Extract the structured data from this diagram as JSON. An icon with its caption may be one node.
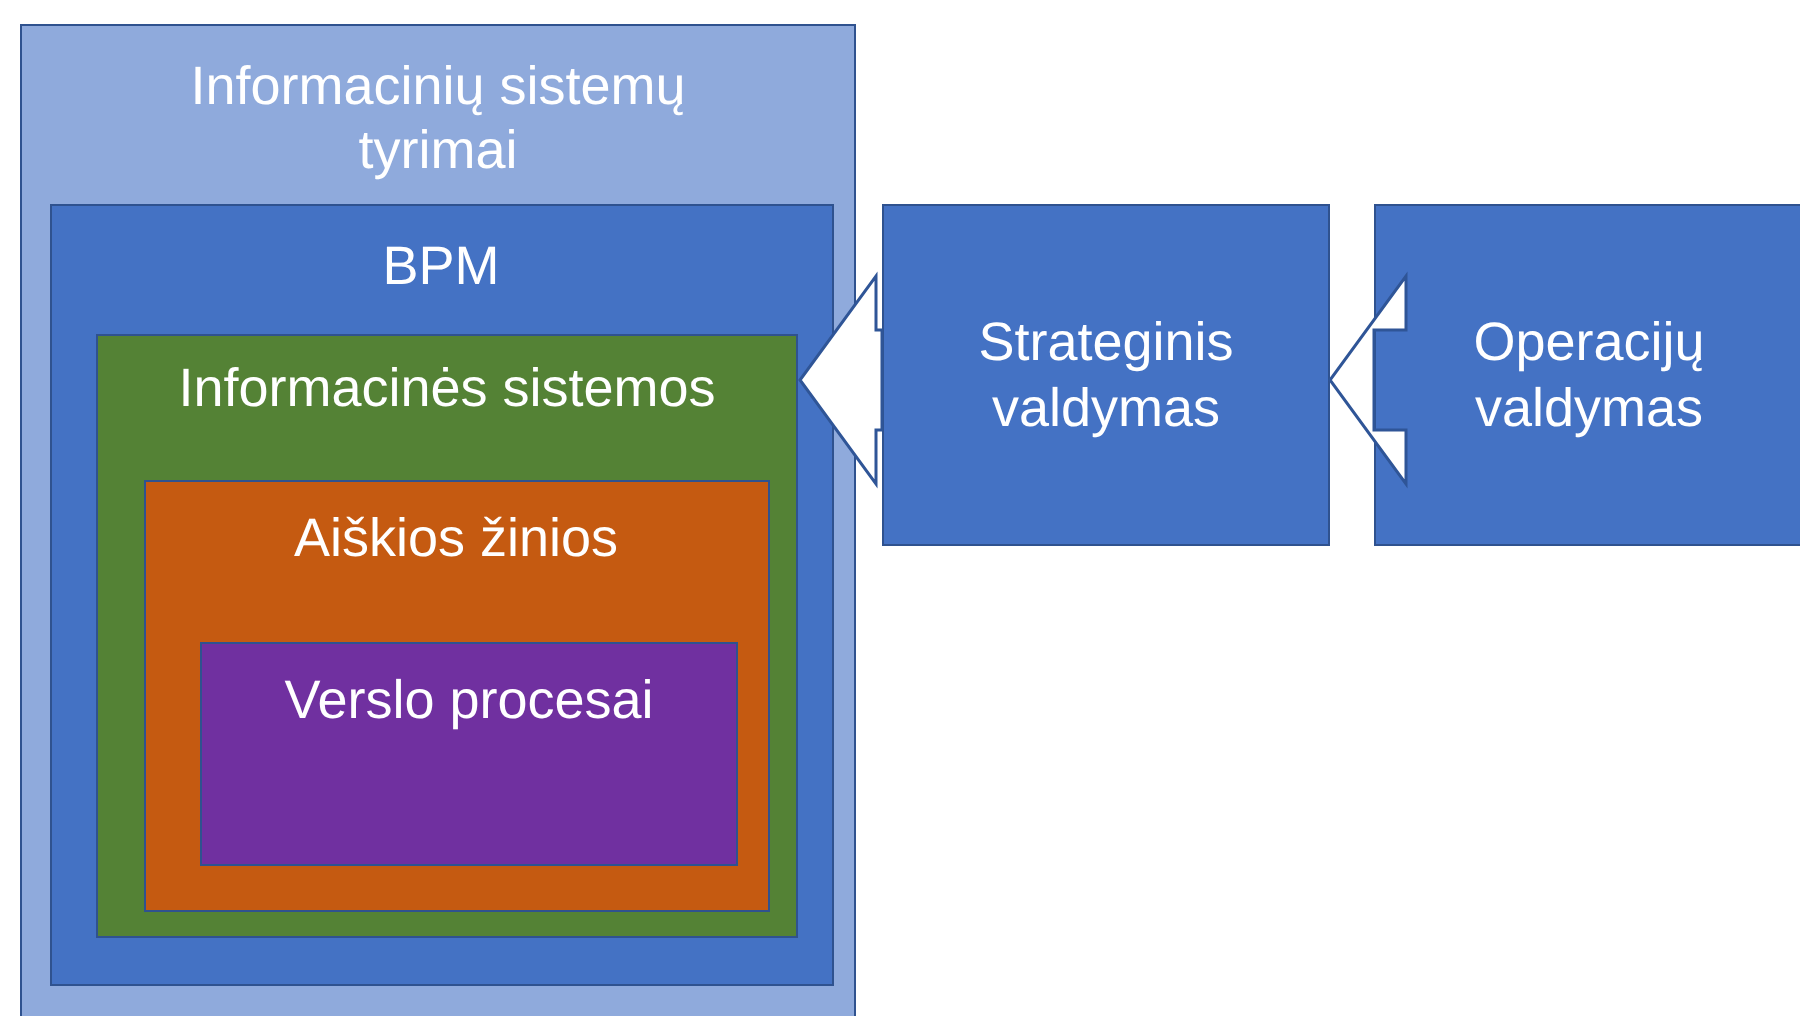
{
  "diagram": {
    "nodes": [
      {
        "text": [
          "Informacinių sistemų tyrimai"
        ]
      },
      {
        "text": [
          "BPM"
        ],
        "in": 0
      },
      {
        "text": [
          "Informacinės sistemos"
        ],
        "in": 1
      },
      {
        "text": [
          "Aiškios žinios"
        ],
        "in": 2
      },
      {
        "text": [
          "Verslo procesai"
        ],
        "in": 3
      },
      {
        "text": [
          "Strateginis valdymas"
        ]
      },
      {
        "text": [
          "Operacijų valdymas"
        ]
      }
    ],
    "edges": [
      {
        "from": 5,
        "to": 2,
        "arrow": "to"
      },
      {
        "from": 6,
        "to": 5,
        "arrow": "to"
      }
    ]
  }
}
